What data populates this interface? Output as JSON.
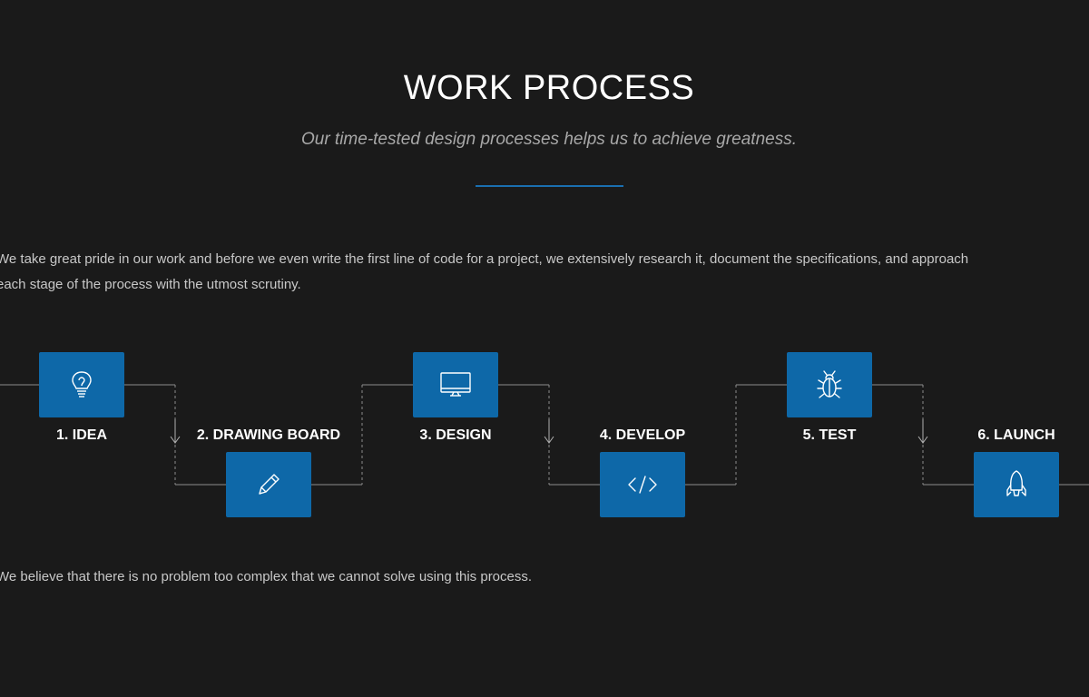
{
  "header": {
    "title": "WORK PROCESS",
    "subtitle": "Our time-tested design processes helps us to achieve greatness."
  },
  "intro": {
    "line1": "We take great pride in our work and before we even write the first line of code for a project, we extensively research it, document the specifications, and approach",
    "line2": "each stage of the process with the utmost scrutiny."
  },
  "steps": [
    {
      "label": "1. IDEA",
      "icon": "lightbulb-icon"
    },
    {
      "label": "2. DRAWING BOARD",
      "icon": "pencil-icon"
    },
    {
      "label": "3. DESIGN",
      "icon": "monitor-icon"
    },
    {
      "label": "4. DEVELOP",
      "icon": "code-icon"
    },
    {
      "label": "5. TEST",
      "icon": "bug-icon"
    },
    {
      "label": "6. LAUNCH",
      "icon": "rocket-icon"
    }
  ],
  "closing": "We believe that there is no problem too complex that we cannot solve using this process.",
  "colors": {
    "background": "#1a1a1a",
    "accent": "#0e68a8",
    "underline": "#1a6fb0"
  }
}
